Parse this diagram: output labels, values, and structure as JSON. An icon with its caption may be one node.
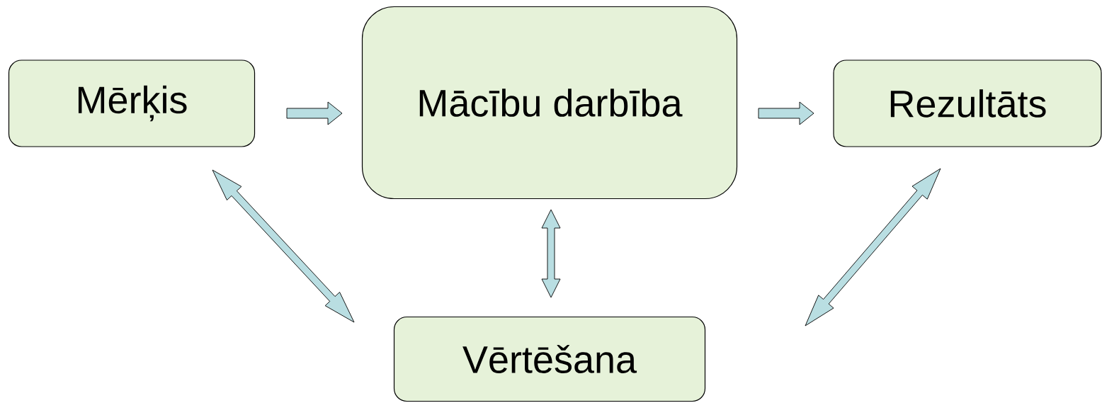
{
  "diagram": {
    "nodes": [
      {
        "text": [
          "Mērķis"
        ]
      },
      {
        "text": [
          "Mācību darbība"
        ]
      },
      {
        "text": [
          "Rezultāts"
        ]
      },
      {
        "text": [
          "Vērtēšana"
        ]
      }
    ],
    "edges": [
      {
        "from": 0,
        "to": 1,
        "arrow": "to"
      },
      {
        "from": 1,
        "to": 2,
        "arrow": "to"
      },
      {
        "from": 0,
        "to": 3,
        "arrow": "both"
      },
      {
        "from": 1,
        "to": 3,
        "arrow": "both"
      },
      {
        "from": 2,
        "to": 3,
        "arrow": "both"
      }
    ]
  }
}
